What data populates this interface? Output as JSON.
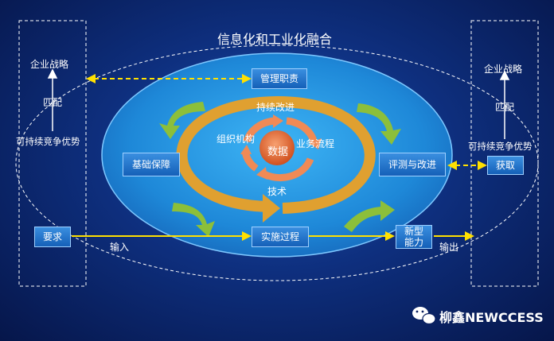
{
  "title": "信息化和工业化融合",
  "left_column": {
    "top": "企业战略",
    "middle": "匹配",
    "bottom": "可持续竞争优势",
    "box": "要求"
  },
  "right_column": {
    "top": "企业战略",
    "middle": "匹配",
    "bottom": "可持续竞争优势",
    "box": "获取"
  },
  "boxes": {
    "management": "管理职责",
    "basic": "基础保障",
    "evaluate": "评测与改进",
    "implement": "实施过程",
    "new_ability": "新型能力"
  },
  "cycle": {
    "continuous": "持续改进",
    "org": "组织机构",
    "process": "业务流程",
    "data": "数据",
    "tech": "技术"
  },
  "flow": {
    "input": "输入",
    "output": "输出"
  },
  "watermark": "柳鑫NEWCCESS",
  "colors": {
    "ellipse": "#1f8de0",
    "orange_ring": "#e0a030",
    "green_arrow": "#8cbf3a",
    "data_circle": "#e0703a",
    "yellow_line": "#ffe000"
  }
}
